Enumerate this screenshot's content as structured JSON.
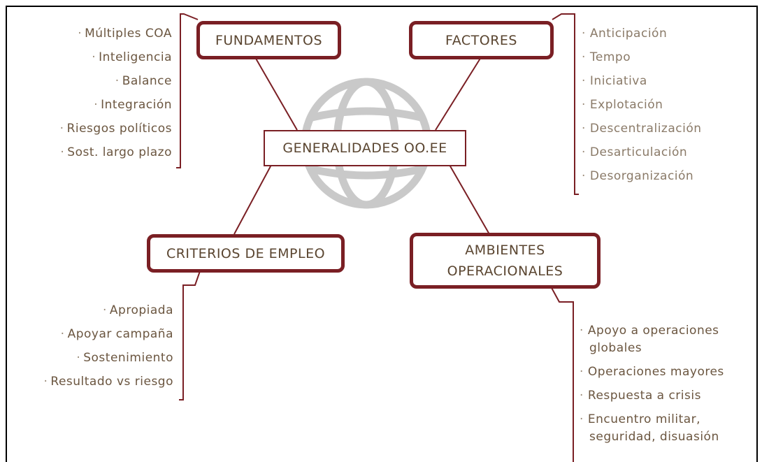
{
  "colors": {
    "accent": "#7a1f24",
    "text": "#5a4530",
    "globe": "#c9c9c9"
  },
  "center": {
    "label": "GENERALIDADES OO.EE",
    "icon": "globe-icon"
  },
  "fundamentos": {
    "title": "FUNDAMENTOS",
    "items": [
      "Múltiples COA",
      "Inteligencia",
      "Balance",
      "Integración",
      "Riesgos políticos",
      "Sost. largo plazo"
    ]
  },
  "factores": {
    "title": "FACTORES",
    "items": [
      "Anticipación",
      "Tempo",
      "Iniciativa",
      "Explotación",
      "Descentralización",
      "Desarticulación",
      "Desorganización"
    ]
  },
  "criterios": {
    "title": "CRITERIOS DE EMPLEO",
    "items": [
      "Apropiada",
      "Apoyar campaña",
      "Sostenimiento",
      "Resultado vs riesgo"
    ]
  },
  "ambientes": {
    "title_line1": "AMBIENTES",
    "title_line2": "OPERACIONALES",
    "items": [
      {
        "line1": "Apoyo a operaciones",
        "line2": "globales"
      },
      {
        "line1": "Operaciones mayores"
      },
      {
        "line1": "Respuesta a crisis"
      },
      {
        "line1": "Encuentro militar,",
        "line2": "seguridad, disuasión"
      }
    ]
  }
}
